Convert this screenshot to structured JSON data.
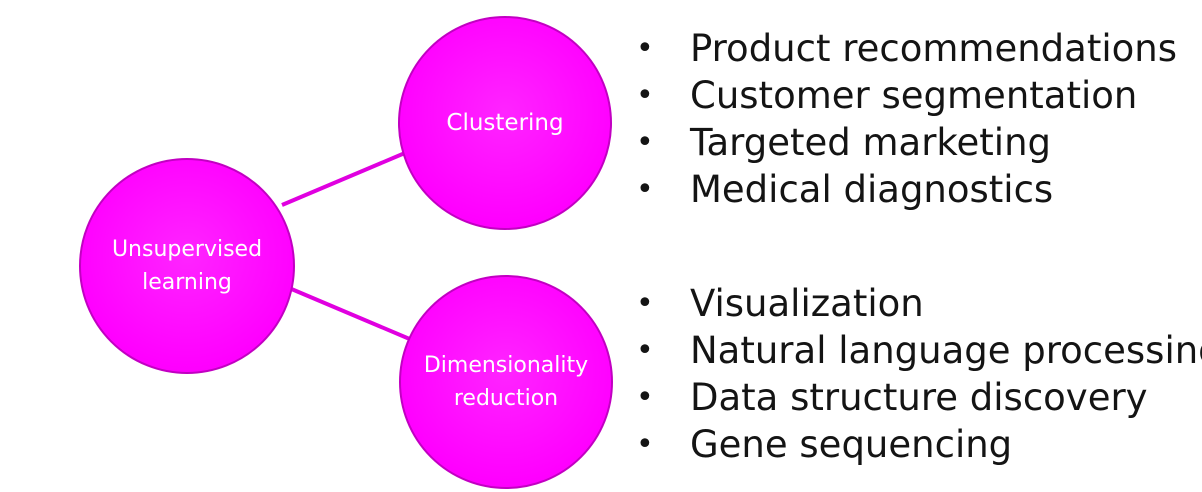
{
  "colors": {
    "node_fill": "#ff00ff",
    "connector": "#e000e0",
    "text": "#141414"
  },
  "diagram": {
    "root": {
      "label": "Unsupervised\nlearning"
    },
    "branches": [
      {
        "label": "Clustering",
        "applications": [
          "Product recommendations",
          "Customer segmentation",
          "Targeted marketing",
          "Medical diagnostics"
        ]
      },
      {
        "label": "Dimensionality\nreduction",
        "applications": [
          "Visualization",
          "Natural language processing",
          "Data structure discovery",
          "Gene sequencing"
        ]
      }
    ]
  }
}
